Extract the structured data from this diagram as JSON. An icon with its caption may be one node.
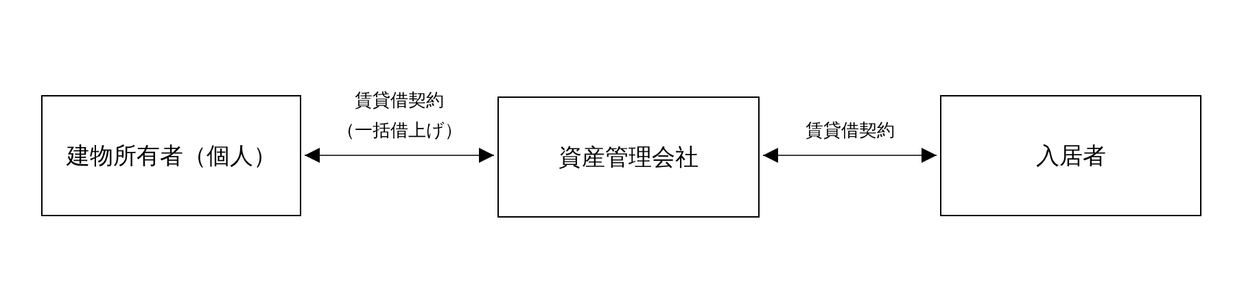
{
  "diagram": {
    "nodes": [
      {
        "text": [
          "建物所有者（個人）"
        ]
      },
      {
        "text": [
          "資産管理会社"
        ]
      },
      {
        "text": [
          "入居者"
        ]
      }
    ],
    "edges": [
      {
        "from": 0,
        "to": 1,
        "arrow": "both",
        "label": "賃貸借契約（一括借上げ）"
      },
      {
        "from": 1,
        "to": 2,
        "arrow": "both",
        "label": "賃貸借契約"
      }
    ]
  }
}
